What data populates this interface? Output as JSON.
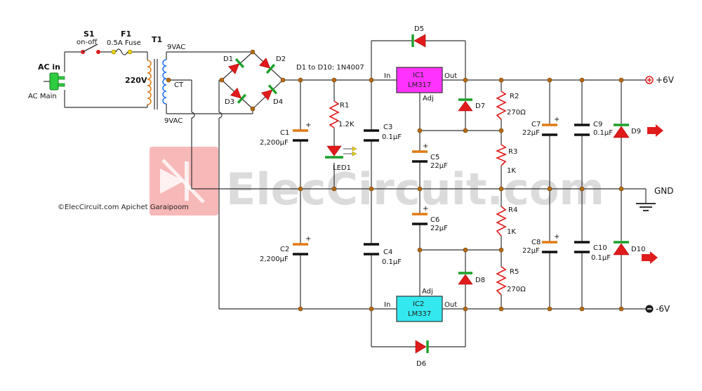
{
  "labels": {
    "s1": "S1",
    "s1_sub": "on-off",
    "f1": "F1",
    "f1_sub": "0.5A Fuse",
    "t1": "T1",
    "ac_in": "AC in",
    "ac_main": "AC Main",
    "v220": "220V",
    "vac_top": "9VAC",
    "vac_bot": "9VAC",
    "ct": "CT",
    "d1": "D1",
    "d2": "D2",
    "d3": "D3",
    "d4": "D4",
    "d5": "D5",
    "d6": "D6",
    "d7": "D7",
    "d8": "D8",
    "d9": "D9",
    "d10": "D10",
    "diode_note": "D1 to D10: 1N4007",
    "r1": "R1",
    "r1_val": "1.2K",
    "led1": "LED1",
    "c1": "C1",
    "c1_val": "2,200μF",
    "c2": "C2",
    "c2_val": "2,200μF",
    "c3": "C3",
    "c3_val": "0.1μF",
    "c4": "C4",
    "c4_val": "0.1μF",
    "c5": "C5",
    "c5_val": "22μF",
    "c6": "C6",
    "c6_val": "22μF",
    "c7": "C7",
    "c7_val": "22μF",
    "c8": "C8",
    "c8_val": "22μF",
    "c9": "C9",
    "c9_val": "0.1μF",
    "c10": "C10",
    "c10_val": "0.1μF",
    "r2": "R2",
    "r2_val": "270Ω",
    "r3": "R3",
    "r3_val": "1K",
    "r4": "R4",
    "r4_val": "1K",
    "r5": "R5",
    "r5_val": "270Ω",
    "ic1": "IC1",
    "ic1_part": "LM317",
    "ic2": "IC2",
    "ic2_part": "LM337",
    "pin_in": "In",
    "pin_out": "Out",
    "pin_adj": "Adj",
    "plus6": "+6V",
    "minus6": "-6V",
    "gnd": "GND",
    "plus_sign": "+",
    "watermark": "ElecCircuit.com",
    "copyright": "©ElecCircuit.com Apichet Garaipoom"
  },
  "colors": {
    "ic1_fill": "#ff33ff",
    "ic2_fill": "#33e8ee",
    "logo": "#f4a0a0",
    "resistor": "#e01b1b",
    "diode": "#e01b1b",
    "cathode_bar": "#1aa02a",
    "cap_positive": "#e07a12",
    "primary_coil": "#e07a12",
    "secondary_coil": "#1e6ff0",
    "arrow": "#e01b1b",
    "plug": "#2ecc40"
  }
}
